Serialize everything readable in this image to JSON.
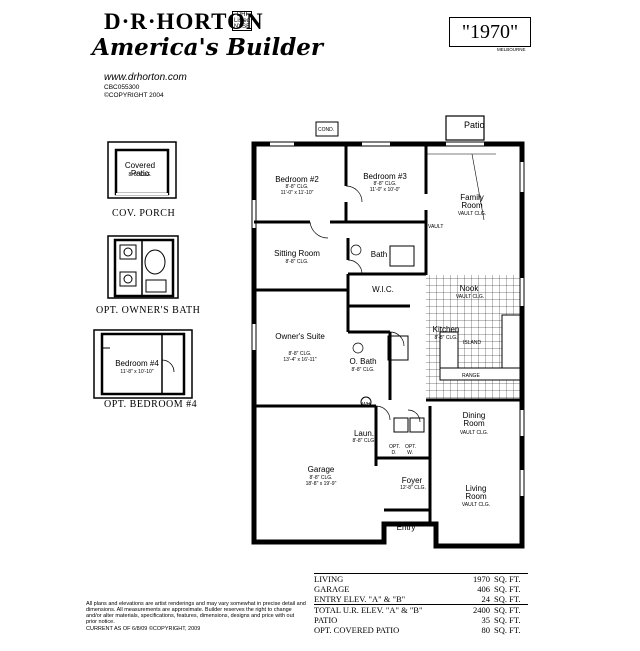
{
  "header": {
    "brand": "D·R·HORTON",
    "nyse_tag": "DHI Listed NYSE",
    "tagline": "America's Builder",
    "website": "www.drhorton.com",
    "license": "CBC055300",
    "copyright": "©COPYRIGHT 2004",
    "plan_name": "\"1970\"",
    "elevation_note": "MELBOURNE"
  },
  "options": {
    "cov_porch_title": "COV. PORCH",
    "covered_patio_name": "Covered Patio",
    "covered_patio_dims": "8'-8\" CLG.",
    "owners_bath_title": "OPT. OWNER'S BATH",
    "bedroom4_title": "OPT. BEDROOM #4",
    "bedroom4_name": "Bedroom #4",
    "bedroom4_dims": "11'-8\" x 10'-10\""
  },
  "plan": {
    "patio": "Patio",
    "cond": "COND.",
    "bedroom2": "Bedroom #2",
    "bedroom2_clg": "8'-8\" CLG.",
    "bedroom2_dims": "11'-0\" x 11'-10\"",
    "bedroom3": "Bedroom #3",
    "bedroom3_clg": "8'-8\" CLG.",
    "bedroom3_dims": "11'-0\" x 10'-0\"",
    "family_room": "Family Room",
    "family_clg": "VAULT CLG.",
    "vault": "VAULT",
    "sitting_room": "Sitting Room",
    "sitting_clg": "8'-8\" CLG.",
    "bath": "Bath",
    "nook": "Nook",
    "nook_clg": "VAULT CLG.",
    "wic": "W.I.C.",
    "owners_suite": "Owner's Suite",
    "owners_clg": "8'-8\" CLG.",
    "owners_dims": "13'-4\" x 16'-11\"",
    "kitchen": "Kitchen",
    "kitchen_clg": "8'-8\" CLG.",
    "island": "ISLAND",
    "range": "RANGE",
    "obath": "O. Bath",
    "obath_clg": "8'-8\" CLG.",
    "wh": "WH",
    "dining_room": "Dining Room",
    "dining_clg": "VAULT CLG.",
    "laun": "Laun.",
    "laun_clg": "8'-8\" CLG.",
    "opt_d": "OPT. D.",
    "opt_w": "OPT. W.",
    "garage": "Garage",
    "garage_clg": "8'-8\" CLG.",
    "garage_dims": "18'-8\" x 19'-9\"",
    "foyer": "Foyer",
    "foyer_clg": "12'-8\" CLG.",
    "living_room": "Living Room",
    "living_clg": "VAULT CLG.",
    "entry": "Entry"
  },
  "areas": [
    {
      "label": "LIVING",
      "value": "1970",
      "unit": "SQ. FT."
    },
    {
      "label": "GARAGE",
      "value": "406",
      "unit": "SQ. FT."
    },
    {
      "label": "ENTRY ELEV. \"A\" & \"B\"",
      "value": "24",
      "unit": "SQ. FT."
    },
    {
      "label": "TOTAL U.R. ELEV. \"A\" & \"B\"",
      "value": "2400",
      "unit": "SQ. FT."
    },
    {
      "label": "PATIO",
      "value": "35",
      "unit": "SQ. FT."
    },
    {
      "label": "OPT. COVERED PATIO",
      "value": "80",
      "unit": "SQ. FT."
    }
  ],
  "disclaimer": {
    "text": "All plans and elevations are artist renderings and may vary somewhat in precise detail and dimensions. All measurements are approximate. Builder reserves the right to change and/or alter materials, specifications, features, dimensions, designs and price with out prior notice.",
    "current": "CURRENT AS OF 6/8/09 ©COPYRIGHT, 2009"
  }
}
